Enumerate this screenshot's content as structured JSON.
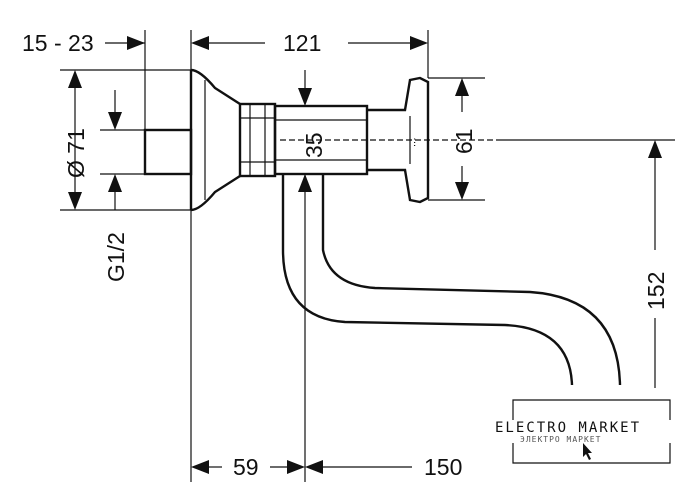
{
  "dimensions": {
    "wall_range": "15 - 23",
    "width_121": "121",
    "diameter_71": "Ø 71",
    "thread": "G1/2",
    "height_35": "35",
    "height_61": "61",
    "height_152": "152",
    "depth_59": "59",
    "depth_150": "150"
  },
  "watermark": {
    "title": "ELECTRO MARKET",
    "subtitle": "ЭЛЕКТРО МАРКЕТ"
  },
  "colors": {
    "line": "#111111",
    "background": "#ffffff"
  }
}
